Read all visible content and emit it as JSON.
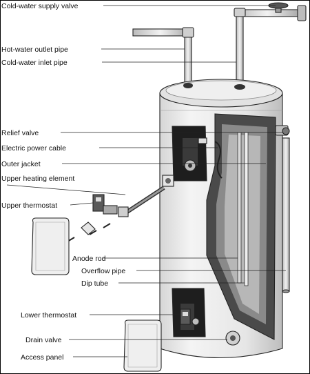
{
  "labels": {
    "cold_water_supply_valve": "Cold-water supply valve",
    "hot_water_outlet_pipe": "Hot-water outlet pipe",
    "cold_water_inlet_pipe": "Cold-water inlet pipe",
    "relief_valve": "Relief valve",
    "electric_power_cable": "Electric power cable",
    "outer_jacket": "Outer jacket",
    "upper_heating_element": "Upper heating element",
    "upper_thermostat": "Upper thermostat",
    "anode_rod": "Anode rod",
    "overflow_pipe": "Overflow pipe",
    "dip_tube": "Dip tube",
    "lower_thermostat": "Lower thermostat",
    "drain_valve": "Drain valve",
    "access_panel": "Access panel"
  },
  "colors": {
    "outline": "#222222",
    "tank_body": "#ececec",
    "tank_shade": "#c9c9c9",
    "cutaway_dark": "#4a4a4a",
    "cutaway_inner": "#8a8a8a",
    "pipe": "#d9d9d9"
  }
}
